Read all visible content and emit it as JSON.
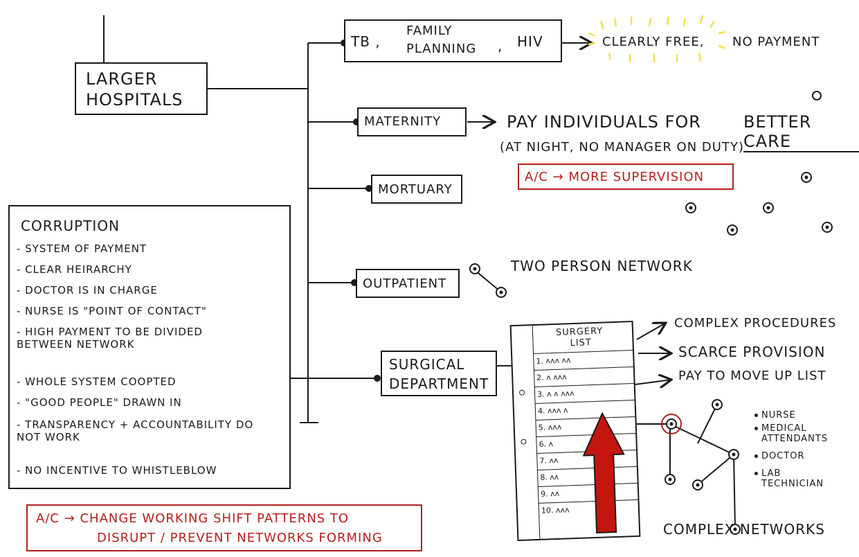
{
  "main_box": {
    "label_line1": "LARGER",
    "label_line2": "HOSPITALS"
  },
  "branches": {
    "tb": {
      "line1": "FAMILY",
      "line2": "PLANNING",
      "prefix": "TB ,",
      "comma": ",",
      "suffix": "HIV",
      "outcome_highlight": "CLEARLY FREE,",
      "outcome_rest": "NO PAYMENT"
    },
    "maternity": {
      "label": "MATERNITY",
      "outcome": "PAY INDIVIDUALS FOR",
      "outcome_underlined": "BETTER CARE",
      "note": "(AT NIGHT, NO MANAGER ON DUTY)",
      "action": "A/C → MORE SUPERVISION"
    },
    "mortuary": {
      "label": "MORTUARY"
    },
    "outpatient": {
      "label": "OUTPATIENT",
      "outcome": "TWO PERSON NETWORK"
    },
    "surgical": {
      "line1": "SURGICAL",
      "line2": "DEPARTMENT"
    }
  },
  "surgery_list": {
    "title_line1": "SURGERY",
    "title_line2": "LIST",
    "rows": [
      "1. ᴧᴧᴧ ᴧᴧ",
      "2. ᴧ ᴧᴧᴧ",
      "3. ᴧ ᴧ ᴧᴧᴧ",
      "4. ᴧᴧᴧ ᴧ",
      "5. ᴧᴧᴧ",
      "6. ᴧ",
      "7. ᴧᴧ",
      "8. ᴧᴧ",
      "9. ᴧᴧ",
      "10. ᴧᴧᴧ"
    ],
    "outcomes": [
      "COMPLEX PROCEDURES",
      "SCARCE PROVISION",
      "PAY TO MOVE UP LIST"
    ]
  },
  "network_legend": [
    "NURSE",
    "MEDICAL ATTENDANTS",
    "DOCTOR",
    "LAB TECHNICIAN"
  ],
  "network_caption": "COMPLEX NETWORKS",
  "corruption": {
    "title": "CORRUPTION",
    "items": [
      "- SYSTEM OF PAYMENT",
      "- CLEAR HEIRARCHY",
      "- DOCTOR IS IN CHARGE",
      "- NURSE IS \"POINT OF CONTACT\"",
      "- HIGH PAYMENT TO BE DIVIDED BETWEEN NETWORK",
      "- WHOLE SYSTEM COOPTED",
      "- \"GOOD PEOPLE\" DRAWN IN",
      "- TRANSPARENCY + ACCOUNTABILITY DO NOT WORK",
      "- NO INCENTIVE TO WHISTLEBLOW"
    ]
  },
  "bottom_action": {
    "line1": "A/C → CHANGE WORKING SHIFT PATTERNS TO",
    "line2": "DISRUPT / PREVENT NETWORKS FORMING"
  },
  "colors": {
    "ink": "#1a1a1a",
    "red": "#b3201c",
    "glow": "#f2e04a",
    "arrow_fill": "#c4150f"
  }
}
